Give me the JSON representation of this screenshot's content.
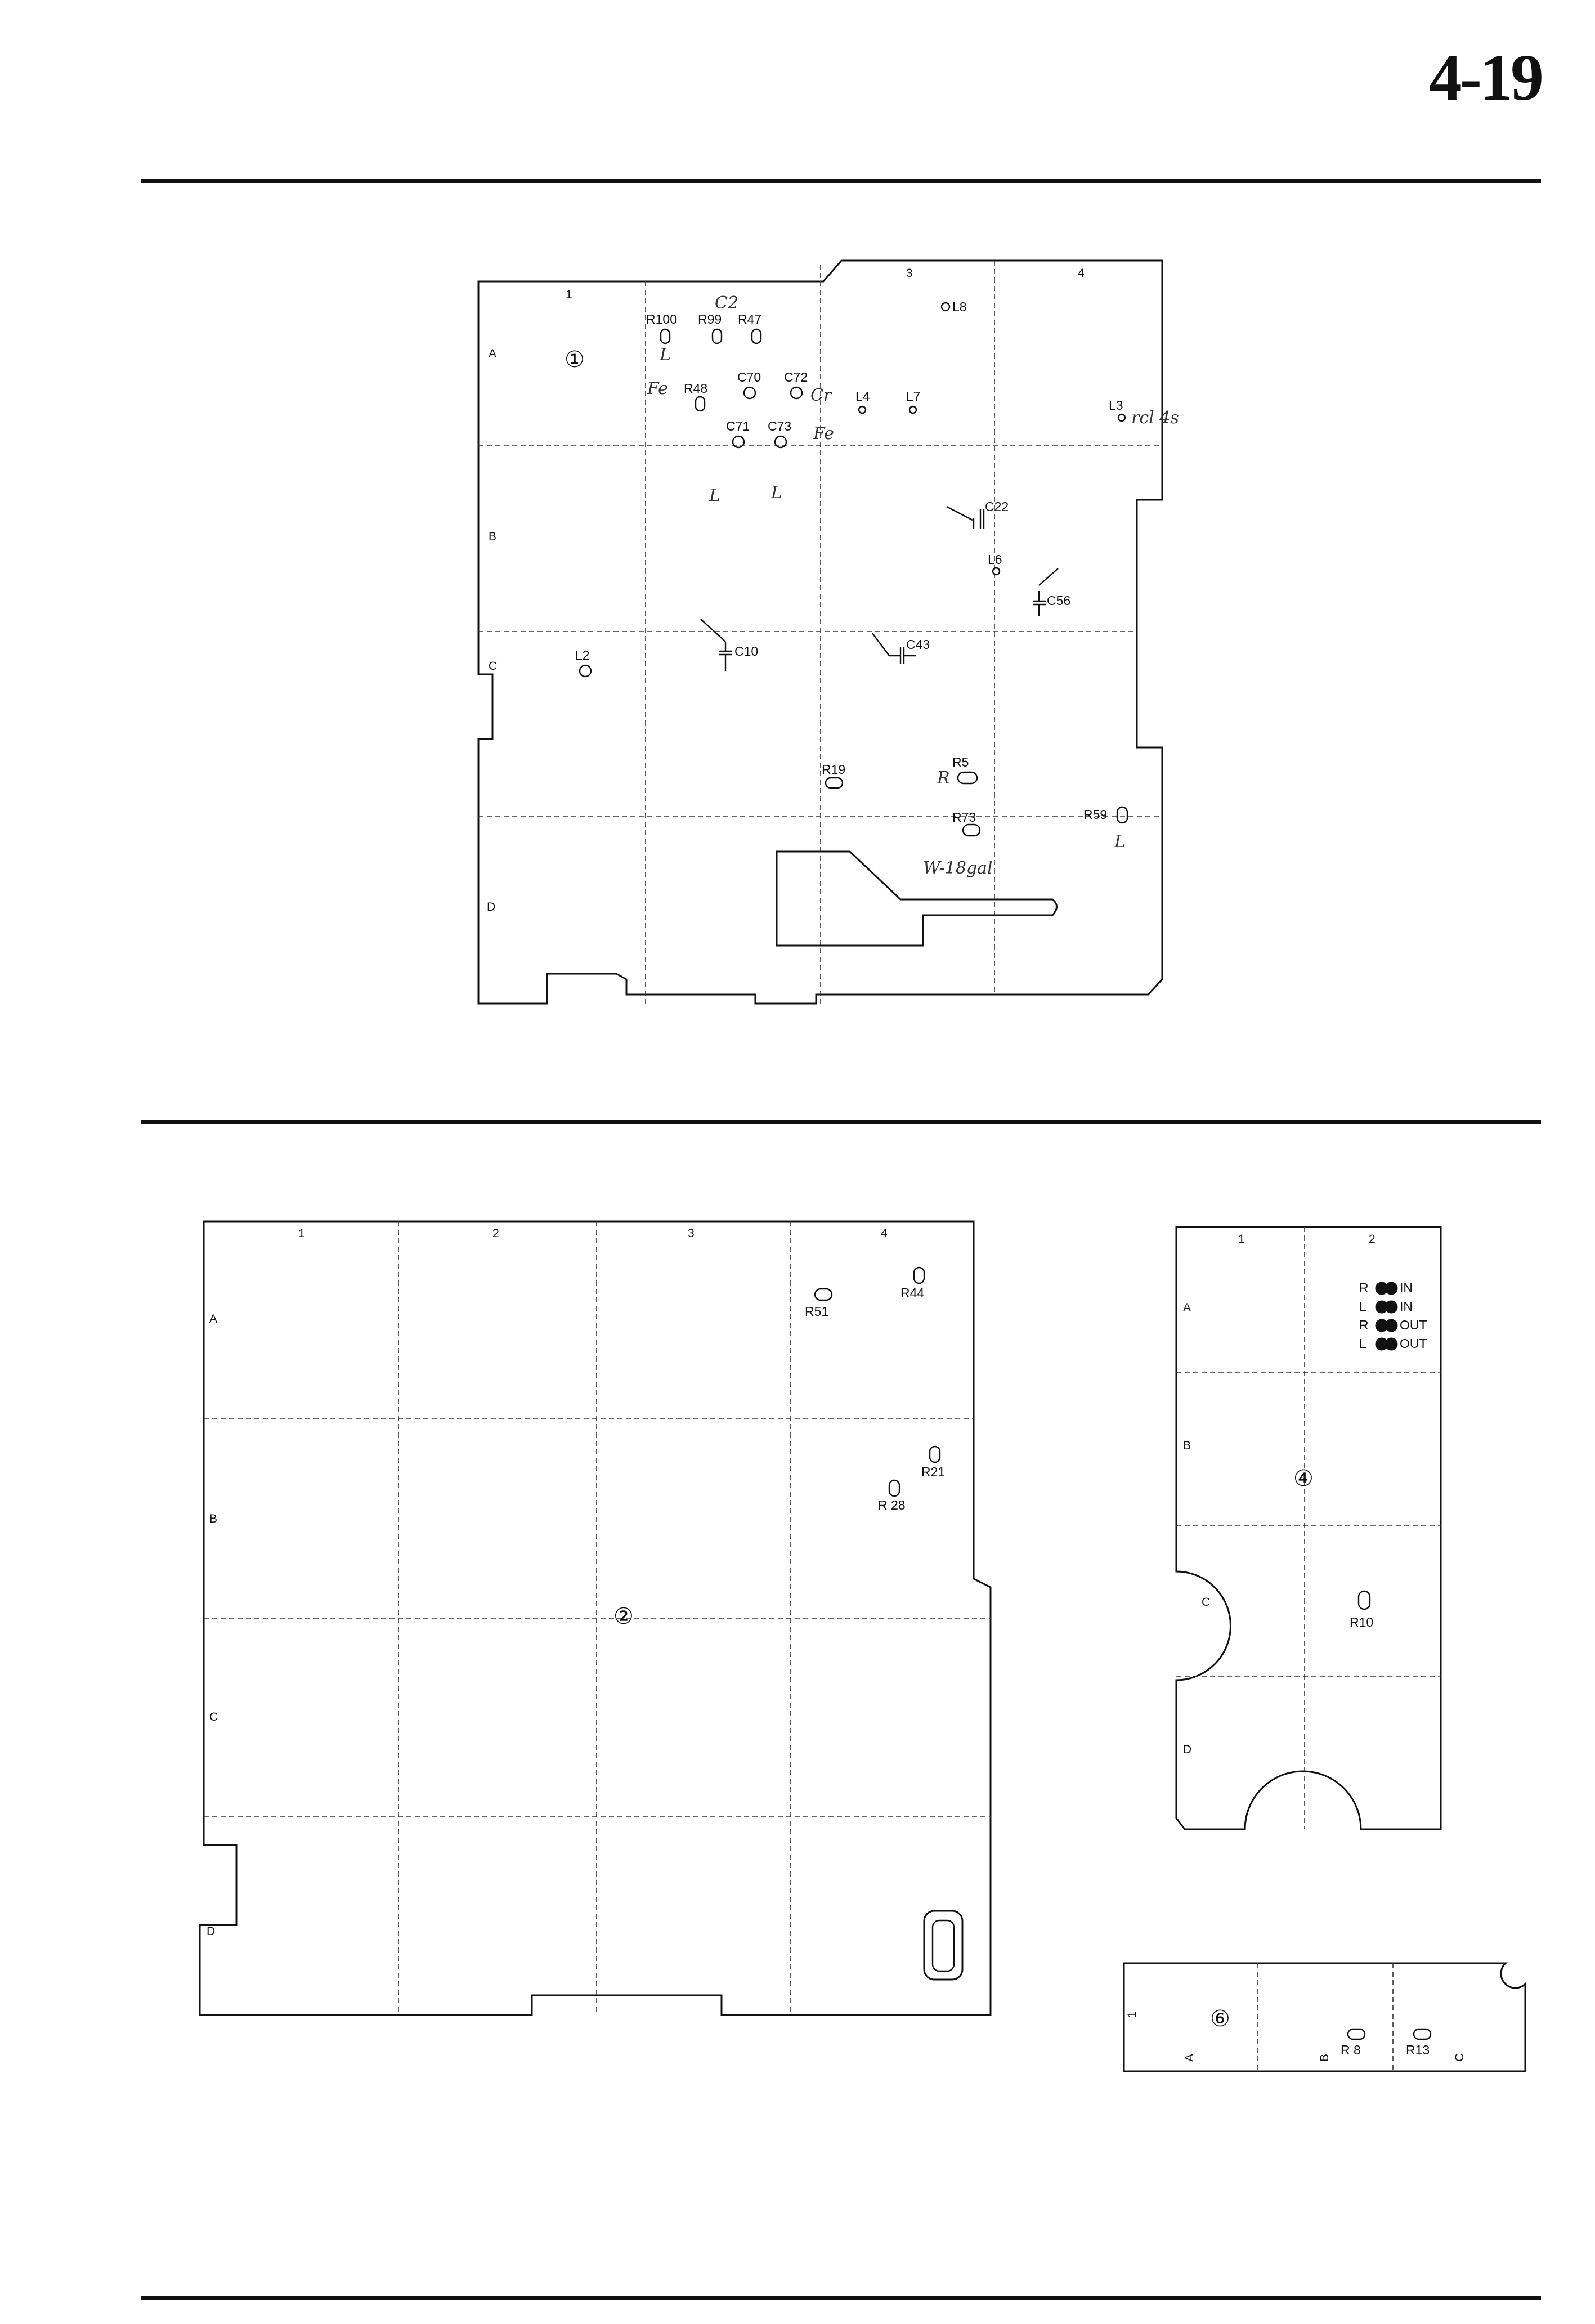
{
  "page": {
    "number": "4-19"
  },
  "board1": {
    "number": "①",
    "cols": [
      "1",
      "3",
      "4"
    ],
    "rows": [
      "A",
      "B",
      "C",
      "D"
    ],
    "components": [
      "R100",
      "R99",
      "R47",
      "R48",
      "C70",
      "C72",
      "C71",
      "C73",
      "L4",
      "L7",
      "L8",
      "L3",
      "C22",
      "L6",
      "C56",
      "C10",
      "C43",
      "L2",
      "R19",
      "R5",
      "R73",
      "R59"
    ],
    "annotations": [
      "C2",
      "Fe",
      "Cr",
      "Fe",
      "L",
      "L",
      "L",
      "rcl 4s",
      "R",
      "W-18gal",
      "L"
    ]
  },
  "board2": {
    "number": "②",
    "cols": [
      "1",
      "2",
      "3",
      "4"
    ],
    "rows": [
      "A",
      "B",
      "C",
      "D"
    ],
    "components": [
      "R51",
      "R44",
      "R21",
      "R 28"
    ]
  },
  "board4": {
    "number": "④",
    "cols": [
      "1",
      "2"
    ],
    "rows": [
      "A",
      "B",
      "C",
      "D"
    ],
    "connectors": [
      {
        "side": "R",
        "label": "IN"
      },
      {
        "side": "L",
        "label": "IN"
      },
      {
        "side": "R",
        "label": "OUT"
      },
      {
        "side": "L",
        "label": "OUT"
      }
    ],
    "components": [
      "R10"
    ]
  },
  "board6": {
    "number": "⑥",
    "rows": [
      "1"
    ],
    "cols": [
      "A",
      "B",
      "C"
    ],
    "components": [
      "R 8",
      "R13"
    ]
  }
}
